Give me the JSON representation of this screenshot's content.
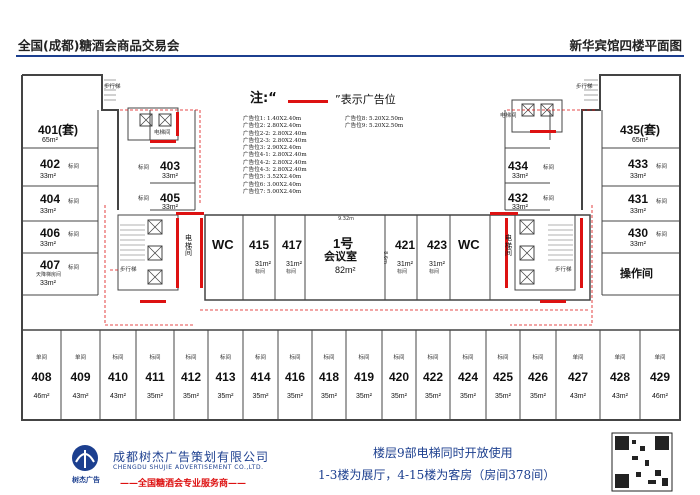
{
  "header": {
    "left_title": "全国(成都)糖酒会商品交易会",
    "right_title": "新华宾馆四楼平面图"
  },
  "legend": {
    "note_prefix": "注:“",
    "note_suffix": "”表示广告位",
    "items": [
      "广告位1:  1.40X2.40m",
      "广告位2:  2.80X2.40m",
      "广告位2-2: 2.80X2.40m",
      "广告位2-3: 2.80X2.40m",
      "广告位3:  2.90X2.40m",
      "广告位4-1: 2.80X2.40m",
      "广告位4-2: 2.80X2.40m",
      "广告位4-3: 2.80X2.40m",
      "广告位5:  3.52X2.40m",
      "广告位6:  3.00X2.40m",
      "广告位7:  5.00X2.40m"
    ],
    "items2": [
      "广告位8:  5.20X2.50m",
      "广告位9:  5.20X2.50m"
    ]
  },
  "colors": {
    "brand_blue": "#1c3f8f",
    "ad_red": "#d11111",
    "wall": "#444444"
  },
  "labels": {
    "stairs": "步行梯",
    "elevator": "电梯间",
    "standard": "标间",
    "single": "单间",
    "wc": "WC",
    "ops": "操作间",
    "meeting_no": "1号",
    "meeting": "会议室",
    "meeting_area": "82m²",
    "dim_w": "9.32m",
    "dim_h": "8.6m",
    "fire_hose": "天降梯房间"
  },
  "rooms": {
    "r401": {
      "no": "401(套)",
      "area": "65m²"
    },
    "r402": {
      "no": "402",
      "area": "33m²"
    },
    "r404": {
      "no": "404",
      "area": "33m²"
    },
    "r406": {
      "no": "406",
      "area": "33m²"
    },
    "r407": {
      "no": "407",
      "area": "33m²"
    },
    "r403": {
      "no": "403",
      "area": "33m²"
    },
    "r405": {
      "no": "405",
      "area": "33m²"
    },
    "r415": {
      "no": "415",
      "area": "31m²"
    },
    "r417": {
      "no": "417",
      "area": "31m²"
    },
    "r421": {
      "no": "421",
      "area": "31m²"
    },
    "r423": {
      "no": "423",
      "area": "31m²"
    },
    "r435": {
      "no": "435(套)",
      "area": "65m²"
    },
    "r433": {
      "no": "433",
      "area": "33m²"
    },
    "r431": {
      "no": "431",
      "area": "33m²"
    },
    "r430": {
      "no": "430",
      "area": "33m²"
    },
    "r434": {
      "no": "434",
      "area": "33m²"
    },
    "r432": {
      "no": "432",
      "area": "33m²"
    }
  },
  "bottom_rooms": [
    {
      "no": "408",
      "area": "46m²",
      "type": "单间"
    },
    {
      "no": "409",
      "area": "43m²",
      "type": "单间"
    },
    {
      "no": "410",
      "area": "43m²",
      "type": "标间"
    },
    {
      "no": "411",
      "area": "35m²",
      "type": "标间"
    },
    {
      "no": "412",
      "area": "35m²",
      "type": "标间"
    },
    {
      "no": "413",
      "area": "35m²",
      "type": "标间"
    },
    {
      "no": "414",
      "area": "35m²",
      "type": "标间"
    },
    {
      "no": "416",
      "area": "35m²",
      "type": "标间"
    },
    {
      "no": "418",
      "area": "35m²",
      "type": "标间"
    },
    {
      "no": "419",
      "area": "35m²",
      "type": "标间"
    },
    {
      "no": "420",
      "area": "35m²",
      "type": "标间"
    },
    {
      "no": "422",
      "area": "35m²",
      "type": "标间"
    },
    {
      "no": "424",
      "area": "35m²",
      "type": "标间"
    },
    {
      "no": "425",
      "area": "35m²",
      "type": "标间"
    },
    {
      "no": "426",
      "area": "35m²",
      "type": "标间"
    },
    {
      "no": "427",
      "area": "43m²",
      "type": "单间"
    },
    {
      "no": "428",
      "area": "43m²",
      "type": "单间"
    },
    {
      "no": "429",
      "area": "46m²",
      "type": "单间"
    }
  ],
  "footer": {
    "company": "成都树杰广告策划有限公司",
    "company_en": "CHENGDU SHUJIE ADVERTISEMENT CO.,LTD.",
    "slogan": "——全国糖酒会专业服务商——",
    "logo_text": "树杰广告",
    "line1": "楼层9部电梯同时开放使用",
    "line2": "1-3楼为展厅，4-15楼为客房（房间378间）"
  }
}
